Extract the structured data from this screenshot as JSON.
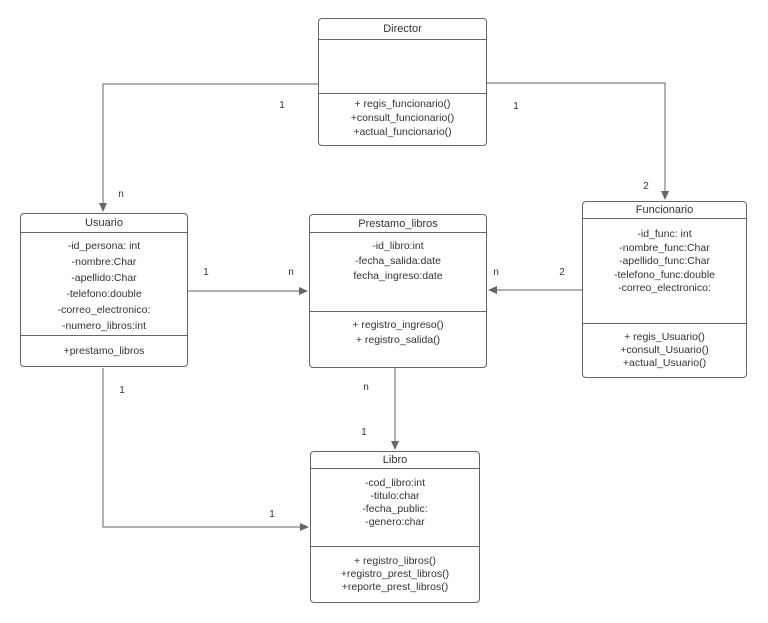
{
  "diagram": {
    "type": "uml-class-diagram",
    "language": "es"
  },
  "colors": {
    "stroke": "#666666",
    "text": "#333333",
    "background": "#ffffff"
  },
  "classes": {
    "director": {
      "name": "Director",
      "attributes": [],
      "methods": [
        "+ regis_funcionario()",
        "+consult_funcionario()",
        "+actual_funcionario()"
      ]
    },
    "usuario": {
      "name": "Usuario",
      "attributes": [
        "-id_persona: int",
        "-nombre:Char",
        "-apellido:Char",
        "-telefono:double",
        "-correo_electronico:",
        "-numero_libros:int"
      ],
      "methods": [
        "+prestamo_libros"
      ]
    },
    "prestamo_libros": {
      "name": "Prestamo_libros",
      "attributes": [
        "-id_libro:int",
        "-fecha_salida:date",
        "fecha_ingreso:date"
      ],
      "methods": [
        "+ registro_ingreso()",
        "+ registro_salida()"
      ]
    },
    "funcionario": {
      "name": "Funcionario",
      "attributes": [
        "-id_func: int",
        "-nombre_func:Char",
        "-apellido_func:Char",
        "-telefono_func:double",
        "-correo_electronico:"
      ],
      "methods": [
        "+ regis_Usuario()",
        "+consult_Usuario()",
        "+actual_Usuario()"
      ]
    },
    "libro": {
      "name": "Libro",
      "attributes": [
        "-cod_libro:int",
        "-titulo:char",
        "-fecha_public:",
        "-genero:char"
      ],
      "methods": [
        "+ registro_libros()",
        "+registro_prest_libros()",
        "+reporte_prest_libros()"
      ]
    }
  },
  "relations": [
    {
      "name": "director-usuario",
      "source_label": "1",
      "target_label": "n"
    },
    {
      "name": "director-funcionario",
      "source_label": "1",
      "target_label": "2"
    },
    {
      "name": "usuario-prestamo",
      "source_label": "1",
      "target_label": "n"
    },
    {
      "name": "funcionario-prestamo",
      "source_label": "2",
      "target_label": "n"
    },
    {
      "name": "prestamo-libro",
      "source_label": "n",
      "target_label": "1"
    },
    {
      "name": "usuario-libro",
      "source_label": "1",
      "target_label": "1"
    }
  ]
}
